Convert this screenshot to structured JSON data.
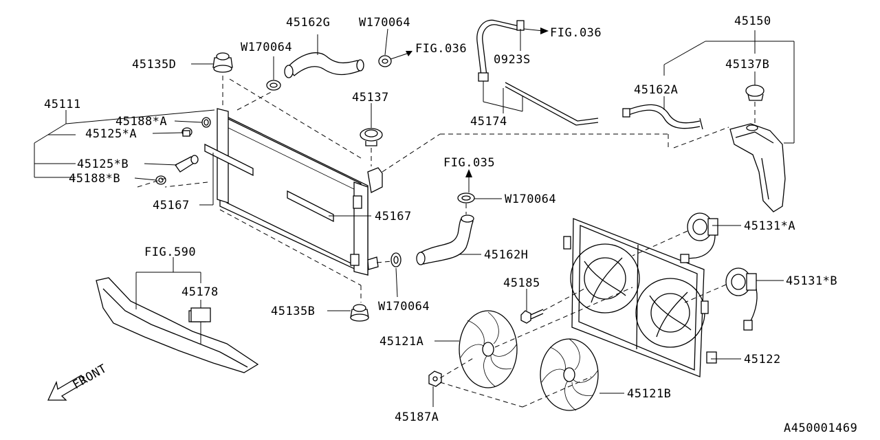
{
  "diagram": {
    "code": "A450001469",
    "front_label": "FRONT",
    "labels": {
      "p45162G": "45162G",
      "w170064_top_mid": "W170064",
      "w170064_top_left": "W170064",
      "fig036_a": "FIG.036",
      "fig036_b": "FIG.036",
      "p0923S": "0923S",
      "p45150": "45150",
      "p45137B": "45137B",
      "p45135D": "45135D",
      "p45111": "45111",
      "p45188A": "45188*A",
      "p45125A": "45125*A",
      "p45125B": "45125*B",
      "p45188B": "45188*B",
      "p45167_left": "45167",
      "p45167_mid": "45167",
      "p45137": "45137",
      "p45162A": "45162A",
      "p45174": "45174",
      "fig035": "FIG.035",
      "w170064_right": "W170064",
      "p45131A": "45131*A",
      "p45162H": "45162H",
      "p45131B": "45131*B",
      "fig590": "FIG.590",
      "p45178": "45178",
      "p45185": "45185",
      "w170064_bottom": "W170064",
      "p45135B": "45135B",
      "p45121A": "45121A",
      "p45122": "45122",
      "p45121B": "45121B",
      "p45187A": "45187A"
    }
  }
}
